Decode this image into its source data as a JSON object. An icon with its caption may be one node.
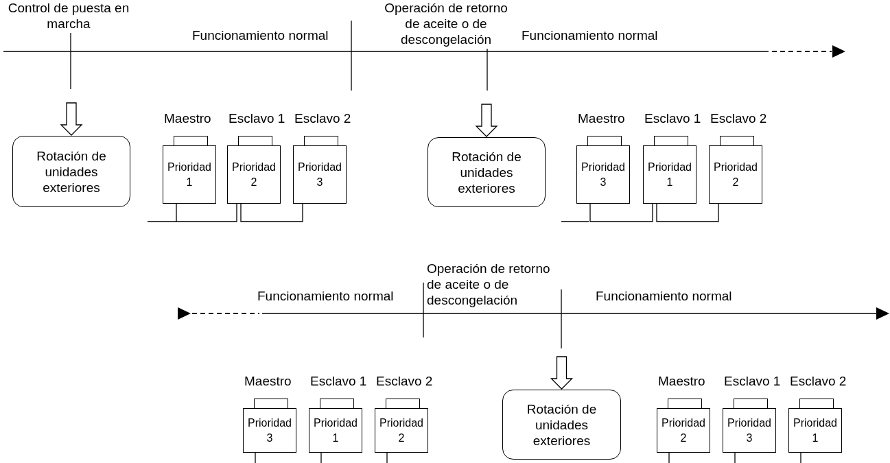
{
  "diagram": {
    "nodes": [
      {
        "text": [
          "Rotación de unidades exteriores"
        ]
      },
      {
        "text": [
          "Prioridad 1"
        ],
        "beside": [
          "Maestro"
        ]
      },
      {
        "text": [
          "Prioridad 2"
        ],
        "beside": [
          "Esclavo 1"
        ]
      },
      {
        "text": [
          "Prioridad 3"
        ],
        "beside": [
          "Esclavo 2"
        ]
      },
      {
        "text": [
          "Rotación de unidades exteriores"
        ]
      },
      {
        "text": [
          "Prioridad 3"
        ],
        "beside": [
          "Maestro"
        ]
      },
      {
        "text": [
          "Prioridad 1"
        ],
        "beside": [
          "Esclavo 1"
        ]
      },
      {
        "text": [
          "Prioridad 2"
        ],
        "beside": [
          "Esclavo 2"
        ]
      },
      {
        "text": [
          "Prioridad 3"
        ],
        "beside": [
          "Maestro"
        ]
      },
      {
        "text": [
          "Prioridad 1"
        ],
        "beside": [
          "Esclavo 1"
        ]
      },
      {
        "text": [
          "Prioridad 2"
        ],
        "beside": [
          "Esclavo 2"
        ]
      },
      {
        "text": [
          "Rotación de unidades exteriores"
        ]
      },
      {
        "text": [
          "Prioridad 2"
        ],
        "beside": [
          "Maestro"
        ]
      },
      {
        "text": [
          "Prioridad 3"
        ],
        "beside": [
          "Esclavo 1"
        ]
      },
      {
        "text": [
          "Prioridad 1"
        ],
        "beside": [
          "Esclavo 2"
        ]
      }
    ],
    "edges": [
      {
        "from": null,
        "to": 0,
        "arrow": "to"
      },
      {
        "from": 1,
        "to": 2,
        "arrow": "none"
      },
      {
        "from": 2,
        "to": 3,
        "arrow": "none"
      },
      {
        "from": null,
        "to": 4,
        "arrow": "to"
      },
      {
        "from": 5,
        "to": 6,
        "arrow": "none"
      },
      {
        "from": 6,
        "to": 7,
        "arrow": "none"
      },
      {
        "from": null,
        "to": 11,
        "arrow": "to"
      }
    ],
    "labels": [
      "Control de puesta en marcha",
      "Funcionamiento normal",
      "Operación de retorno de aceite o de descongelación",
      "Funcionamiento normal",
      "Funcionamiento normal",
      "Operación de retorno de aceite o de descongelación",
      "Funcionamiento normal"
    ]
  }
}
